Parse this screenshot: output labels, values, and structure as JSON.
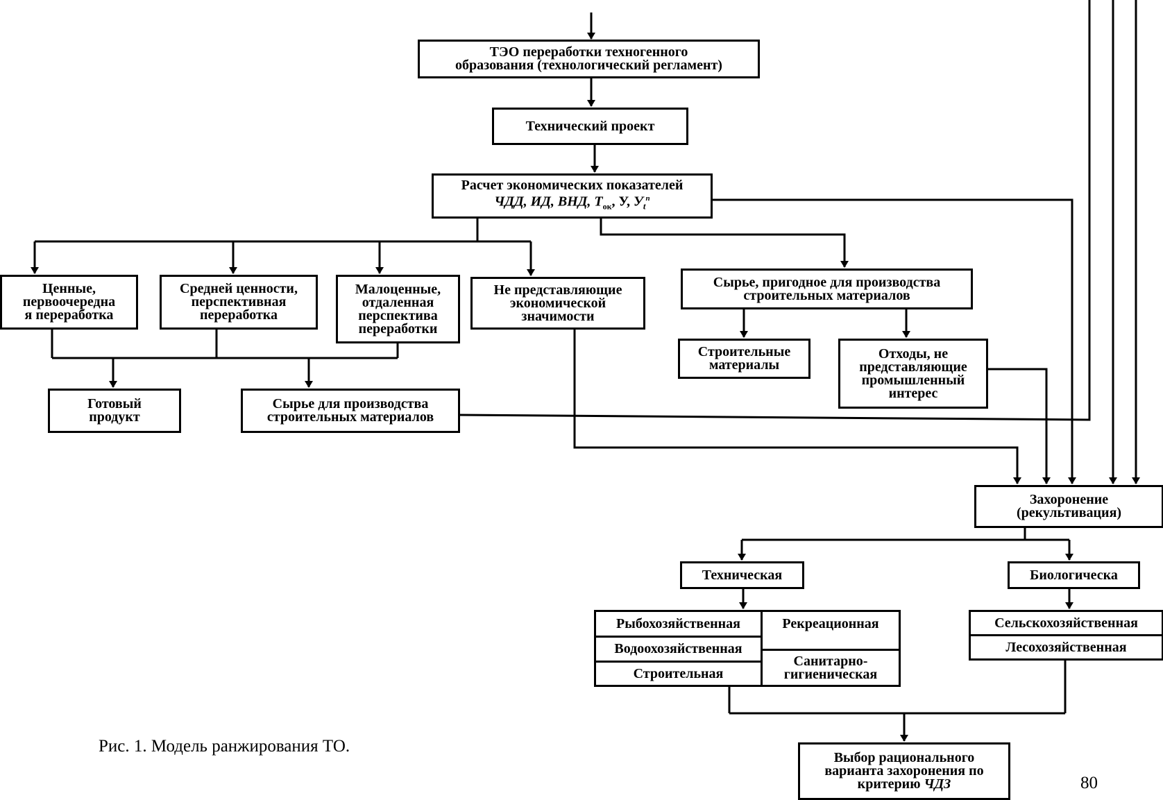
{
  "nodes": {
    "teo": "ТЭО переработки техногенного\nобразования  (технологический регламент)",
    "tech_project": "Технический проект",
    "calc_title": "Расчет экономических показателей",
    "calc_formula": "ЧДД, ИД, ВНД, T",
    "calc_sub": "ок",
    "calc_tail": ", У, ",
    "calc_u": "У",
    "calc_u_sup": "n",
    "calc_u_sub": "t",
    "valuable": "Ценные,\nпервоочередна\nя переработка",
    "medium": "Средней ценности,\nперспективная\nпереработка",
    "low": "Малоценные,\nотдаленная\nперспектива\nпереработки",
    "no_value": "Не представляющие\nэкономической\nзначимости",
    "raw_construction_top": "Сырье, пригодное для производства\nстроительных материалов",
    "construction_materials": "Строительные\nматериалы",
    "waste": "Отходы, не\nпредставляющие\nпромышленный\nинтерес",
    "finished": "Готовый\nпродукт",
    "raw_construction": "Сырье для производства\nстроительных материалов",
    "burial": "Захоронение\n(рекультивация)",
    "technical": "Техническая",
    "biological": "Биологическа",
    "fishery": "Рыбохозяйственная",
    "recreational": "Рекреационная",
    "water": "Водоохозяйственная",
    "sanitary": "Санитарно-\nгигиеническая",
    "building": "Строительная",
    "agricultural": "Сельскохозяйственная",
    "forestry": "Лесохозяйственная",
    "choice_text": "Выбор рационального\nварианта захоронения по\nкритерию ",
    "choice_crit": "ЧДЗ"
  },
  "caption": "Рис. 1. Модель ранжирования ТО.",
  "page_number": "80"
}
